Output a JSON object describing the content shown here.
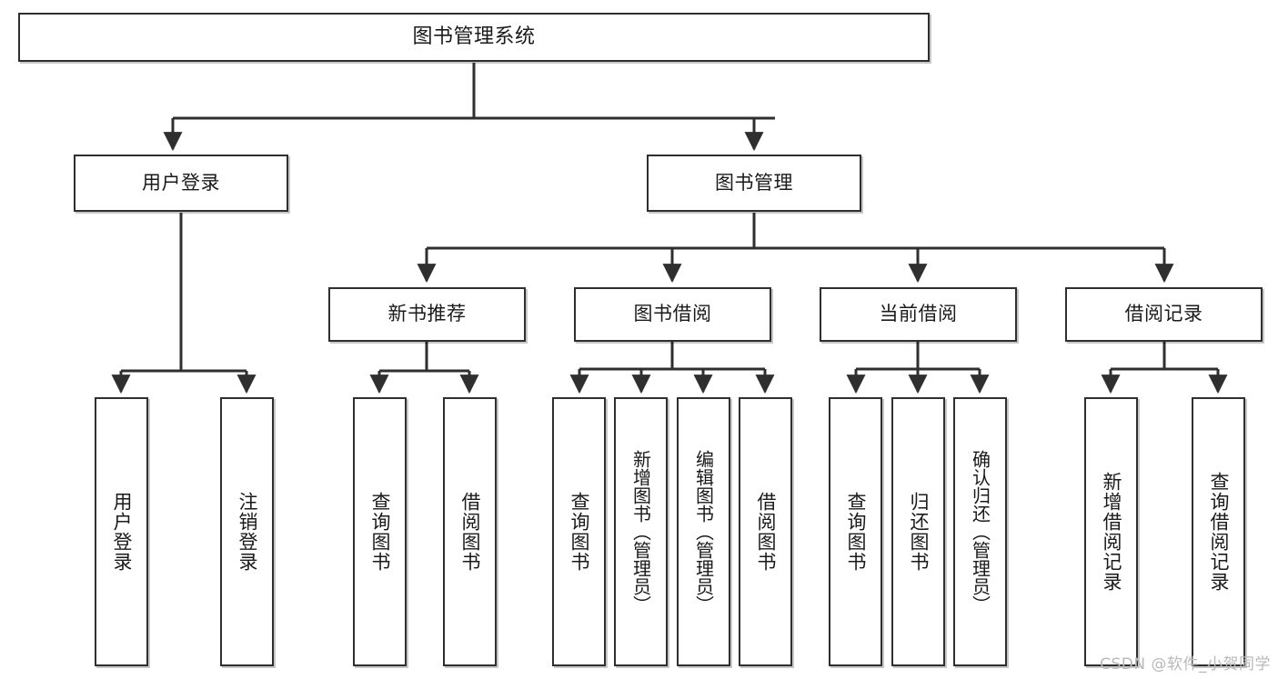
{
  "diagram": {
    "type": "tree",
    "title": "图书管理系统",
    "watermark": "CSDN @软件_小贺同学",
    "colors": {
      "box_border": "#2f2f2f",
      "box_fill": "#ffffff",
      "connector": "#2f2f2f",
      "text": "#1a1a1a",
      "watermark": "#b9b9b9"
    },
    "levels": {
      "root": {
        "label": "图书管理系统"
      },
      "level2": [
        {
          "label": "用户登录"
        },
        {
          "label": "图书管理"
        }
      ],
      "level3": [
        {
          "label": "新书推荐"
        },
        {
          "label": "图书借阅"
        },
        {
          "label": "当前借阅"
        },
        {
          "label": "借阅记录"
        }
      ],
      "leaves": [
        {
          "label": "用户登录",
          "parent": "用户登录"
        },
        {
          "label": "注销登录",
          "parent": "用户登录"
        },
        {
          "label": "查询图书",
          "parent": "新书推荐"
        },
        {
          "label": "借阅图书",
          "parent": "新书推荐"
        },
        {
          "label": "查询图书",
          "parent": "图书借阅"
        },
        {
          "label": "新增图书（管理员）",
          "parent": "图书借阅"
        },
        {
          "label": "编辑图书（管理员）",
          "parent": "图书借阅"
        },
        {
          "label": "借阅图书",
          "parent": "图书借阅"
        },
        {
          "label": "查询图书",
          "parent": "当前借阅"
        },
        {
          "label": "归还图书",
          "parent": "当前借阅"
        },
        {
          "label": "确认归还（管理员）",
          "parent": "当前借阅"
        },
        {
          "label": "新增借阅记录",
          "parent": "借阅记录"
        },
        {
          "label": "查询借阅记录",
          "parent": "借阅记录"
        }
      ]
    }
  }
}
